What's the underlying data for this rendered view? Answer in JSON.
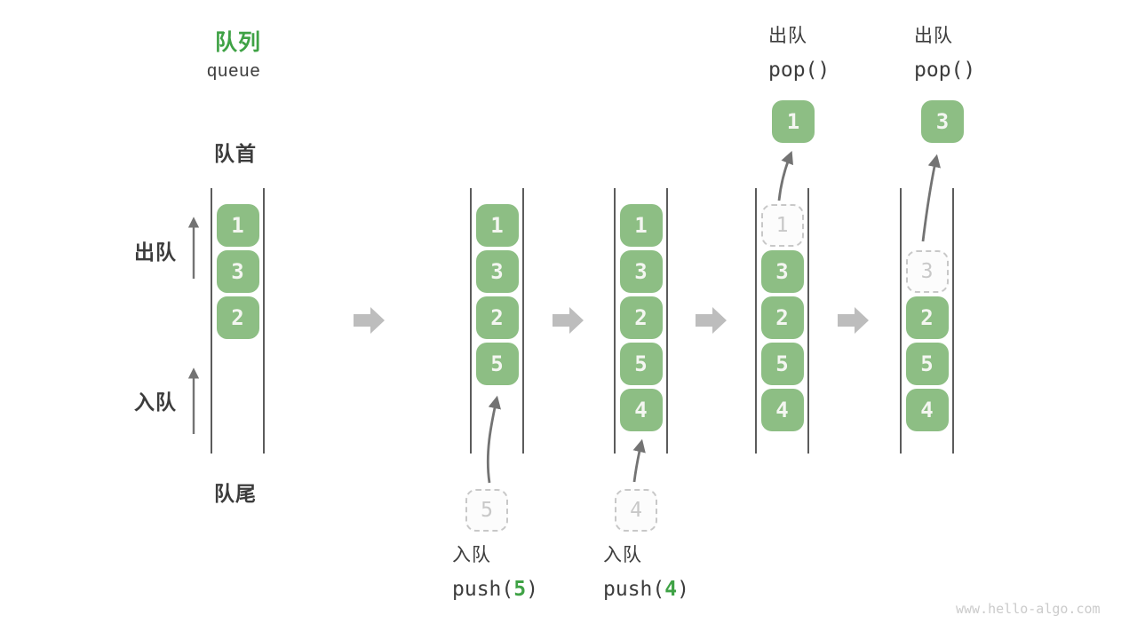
{
  "title": {
    "zh": "队列",
    "en": "queue"
  },
  "side_labels": {
    "front": "队首",
    "rear": "队尾",
    "dequeue": "出队",
    "enqueue": "入队"
  },
  "watermark": "www.hello-algo.com",
  "colors": {
    "accent_green": "#3FA245",
    "box_green": "#8DBE84",
    "box_text": "#F4F6F1",
    "ink": "#3C3C3C",
    "block_arrow_gray": "#BDBDBD",
    "line_arrow_gray": "#737373",
    "ghost_gray": "#C8C8C8",
    "container_line": "#5C5C5C",
    "watermark_gray": "#CBCBCB"
  },
  "states": [
    {
      "cells": [
        {
          "row": 0,
          "value": "1"
        },
        {
          "row": 1,
          "value": "3"
        },
        {
          "row": 2,
          "value": "2"
        }
      ]
    },
    {
      "cells": [
        {
          "row": 0,
          "value": "1"
        },
        {
          "row": 1,
          "value": "3"
        },
        {
          "row": 2,
          "value": "2"
        },
        {
          "row": 3,
          "value": "5"
        }
      ],
      "staged": "5",
      "op_bottom": {
        "zh": "入队",
        "fn": "push(",
        "arg": "5",
        "close": ")"
      }
    },
    {
      "cells": [
        {
          "row": 0,
          "value": "1"
        },
        {
          "row": 1,
          "value": "3"
        },
        {
          "row": 2,
          "value": "2"
        },
        {
          "row": 3,
          "value": "5"
        },
        {
          "row": 4,
          "value": "4"
        }
      ],
      "staged": "4",
      "op_bottom": {
        "zh": "入队",
        "fn": "push(",
        "arg": "4",
        "close": ")"
      }
    },
    {
      "cells": [
        {
          "row": 0,
          "value": "1",
          "ghost": true
        },
        {
          "row": 1,
          "value": "3"
        },
        {
          "row": 2,
          "value": "2"
        },
        {
          "row": 3,
          "value": "5"
        },
        {
          "row": 4,
          "value": "4"
        }
      ],
      "popped": "1",
      "op_top": {
        "zh": "出队",
        "fn": "pop()"
      }
    },
    {
      "cells": [
        {
          "row": 1,
          "value": "3",
          "ghost": true
        },
        {
          "row": 2,
          "value": "2"
        },
        {
          "row": 3,
          "value": "5"
        },
        {
          "row": 4,
          "value": "4"
        }
      ],
      "popped": "3",
      "op_top": {
        "zh": "出队",
        "fn": "pop()"
      }
    }
  ]
}
